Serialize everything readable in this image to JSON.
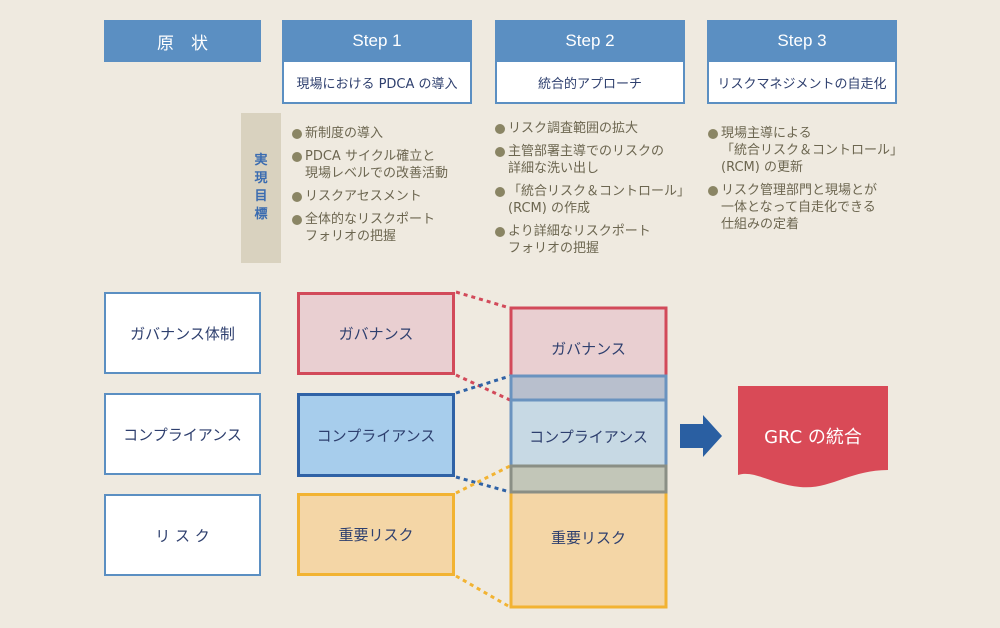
{
  "headers": {
    "original": "原　状",
    "step1": "Step 1",
    "step2": "Step 2",
    "step3": "Step 3"
  },
  "subtitles": {
    "step1": "現場における PDCA の導入",
    "step2": "統合的アプローチ",
    "step3": "リスクマネジメントの自走化"
  },
  "goal_label": [
    "実",
    "現",
    "目",
    "標"
  ],
  "goals": {
    "step1": [
      "新制度の導入",
      "PDCA サイクル確立と\n現場レベルでの改善活動",
      "リスクアセスメント",
      "全体的なリスクポート\nフォリオの把握"
    ],
    "step2": [
      "リスク調査範囲の拡大",
      "主管部署主導でのリスクの\n詳細な洗い出し",
      "「統合リスク＆コントロール」\n(RCM) の作成",
      "より詳細なリスクポート\nフォリオの把握"
    ],
    "step3": [
      "現場主導による\n「統合リスク＆コントロール」\n(RCM) の更新",
      "リスク管理部門と現場とが\n一体となって自走化できる\n仕組みの定着"
    ]
  },
  "original_boxes": [
    "ガバナンス体制",
    "コンプライアンス",
    "リ ス ク"
  ],
  "step1_boxes": [
    "ガバナンス",
    "コンプライアンス",
    "重要リスク"
  ],
  "step2_boxes": [
    "ガバナンス",
    "コンプライアンス",
    "重要リスク"
  ],
  "result": "GRC の統合",
  "colors": {
    "governance": "#d24a5a",
    "compliance": "#2f62a6",
    "risk": "#f2b332",
    "header_blue": "#5b8fc2",
    "grc_red": "#d94a57"
  }
}
